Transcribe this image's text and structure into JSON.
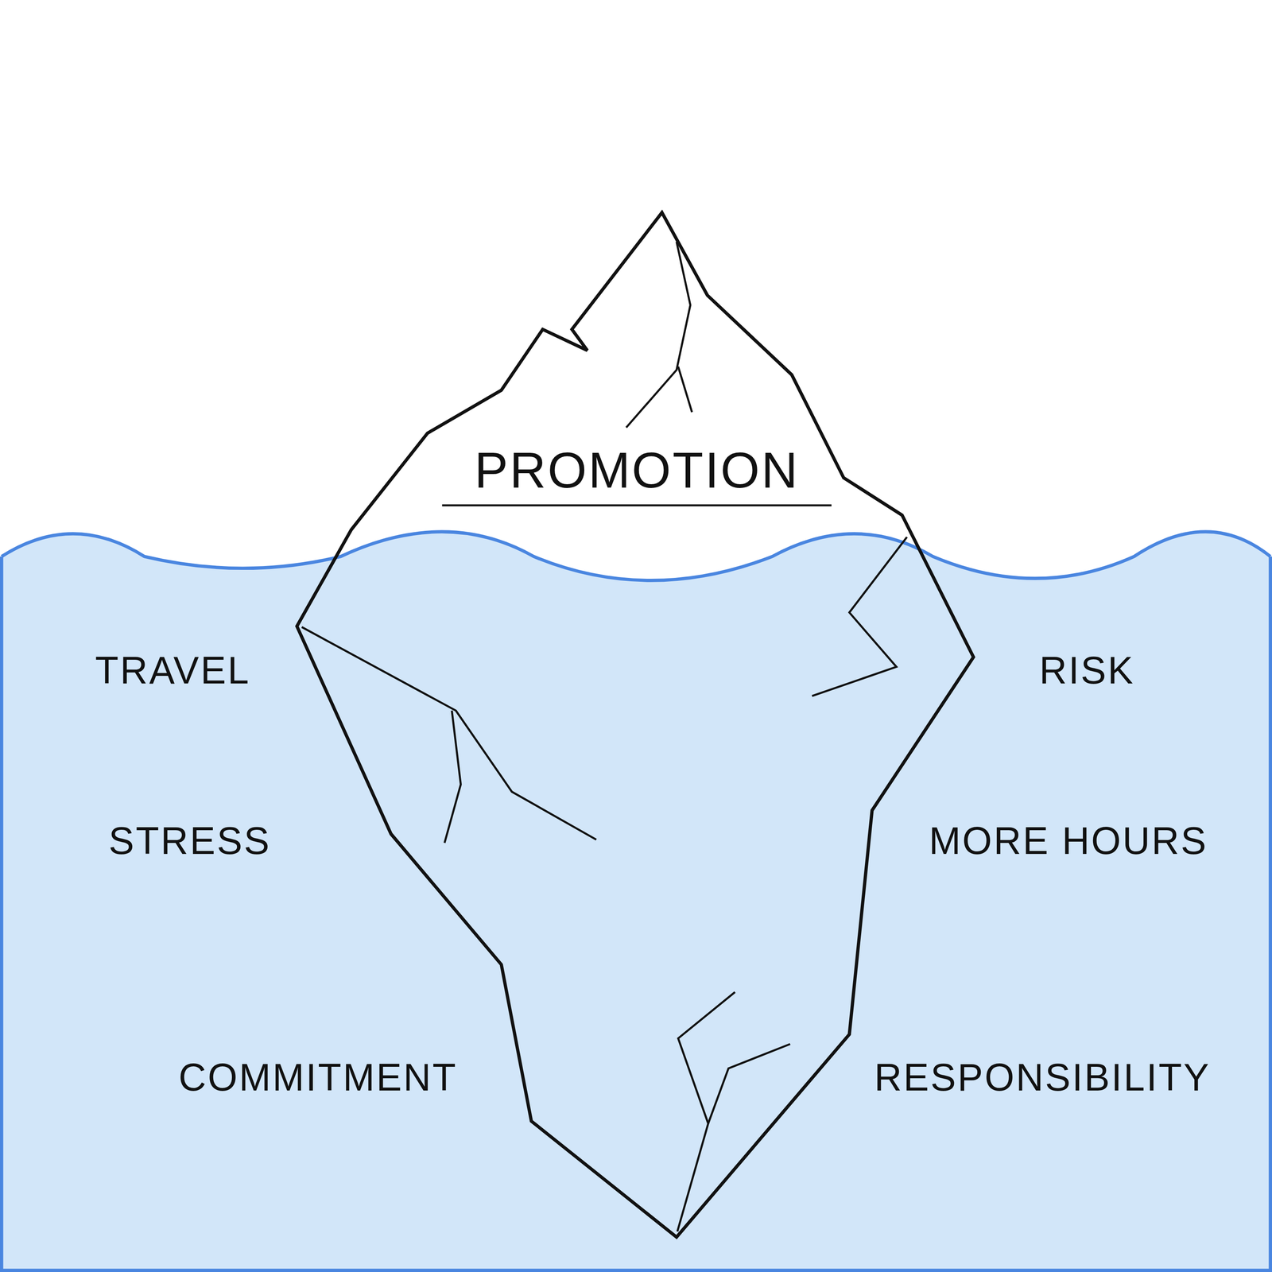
{
  "diagram": {
    "nodes": [
      {
        "text": [
          "PROMOTION"
        ]
      }
    ],
    "labels": [
      "TRAVEL",
      "STRESS",
      "COMMITMENT",
      "RISK",
      "MORE HOURS",
      "RESPONSIBILITY"
    ]
  }
}
